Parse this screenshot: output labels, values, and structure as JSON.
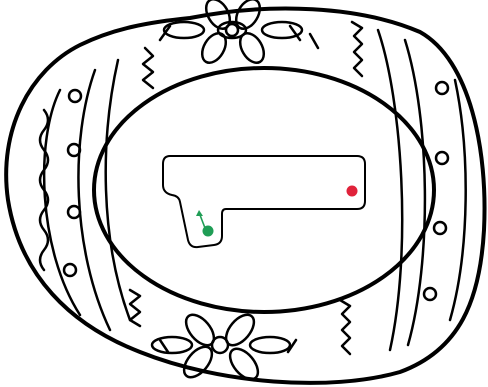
{
  "scene": "easter-egg-maze",
  "colors": {
    "ink": "#000000",
    "background": "#ffffff",
    "start_marker": "#1f9d55",
    "end_marker": "#e0223a"
  },
  "markers": {
    "start": {
      "color": "#1f9d55",
      "icon": "start-dot-with-arrow"
    },
    "end": {
      "color": "#e0223a",
      "icon": "end-dot"
    }
  }
}
